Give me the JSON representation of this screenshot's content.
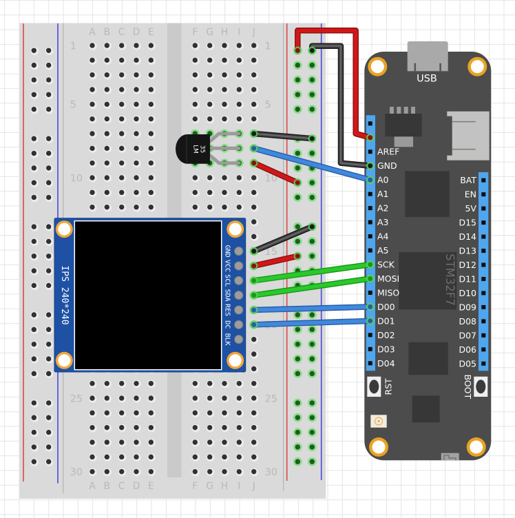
{
  "canvas": {
    "background": "#ffffff",
    "grid_color": "#e4e4e4"
  },
  "breadboard": {
    "column_letters_left": [
      "A",
      "B",
      "C",
      "D",
      "E"
    ],
    "column_letters_right": [
      "F",
      "G",
      "H",
      "I",
      "J"
    ],
    "row_count": 30,
    "row_labels": [
      "1",
      "5",
      "10",
      "15",
      "20",
      "25",
      "30"
    ],
    "rail_holes_per_column": 25,
    "colors": {
      "body": "#dadada",
      "channel": "#cacaca",
      "hole": "#313131",
      "hole_halo": "#ededed",
      "connected_halo": "#86dd86",
      "connected_center": "#1f5c1f",
      "rail_positive": "#d84848",
      "rail_negative": "#4848de",
      "label": "#b9b9b9"
    }
  },
  "sensor": {
    "label_lines": [
      "LM",
      "35"
    ],
    "body_color": "#151515",
    "leg_color": "#9b9b9b"
  },
  "display": {
    "model_text": "IPS 240*240",
    "pin_labels": [
      "GND",
      "VCC",
      "SCL",
      "SDA",
      "RES",
      "DC",
      "BLK"
    ],
    "pcb_color": "#1e51a4",
    "screen_color": "#000000",
    "pin_color": "#9c9c9c",
    "mount_ring_color": "#f0a83a"
  },
  "board": {
    "usb_label": "USB",
    "chip_label": "STM32F7",
    "reset_label": "RST",
    "boot_label": "BOOT",
    "left_header": {
      "unlabeled_pins": 2,
      "labels": [
        "AREF",
        "GND",
        "A0",
        "A1",
        "A2",
        "A3",
        "A4",
        "A5",
        "SCK",
        "MOSI",
        "MISO",
        "D00",
        "D01",
        "D02",
        "D03",
        "D04"
      ]
    },
    "right_header": {
      "labels": [
        "BAT",
        "EN",
        "5V",
        "D15",
        "D14",
        "D13",
        "D12",
        "D11",
        "D10",
        "D09",
        "D08",
        "D07",
        "D06",
        "D05"
      ]
    },
    "colors": {
      "pcb": "#4c4c4c",
      "chip": "#373737",
      "header": "#4ea6ee",
      "pin": "#0d0d0d",
      "mount_ring": "#eaa322",
      "usb": "#a9a9a9"
    }
  },
  "wires": [
    {
      "color": "#d01818",
      "edge": "#8c1010"
    },
    {
      "color": "#424242",
      "edge": "#1b1b1b",
      "shine": "#6c6c6c"
    },
    {
      "color": "#424242",
      "edge": "#1b1b1b",
      "shine": "#6c6c6c"
    },
    {
      "color": "#4089dc",
      "edge": "#2a5ea8"
    },
    {
      "color": "#d01818",
      "edge": "#8c1010"
    },
    {
      "color": "#424242",
      "edge": "#1b1b1b",
      "shine": "#6c6c6c"
    },
    {
      "color": "#d01818",
      "edge": "#8c1010"
    },
    {
      "color": "#2bc92b",
      "edge": "#179a17"
    },
    {
      "color": "#2bc92b",
      "edge": "#179a17"
    },
    {
      "color": "#4089dc",
      "edge": "#2a5ea8"
    },
    {
      "color": "#4089dc",
      "edge": "#2a5ea8"
    }
  ]
}
